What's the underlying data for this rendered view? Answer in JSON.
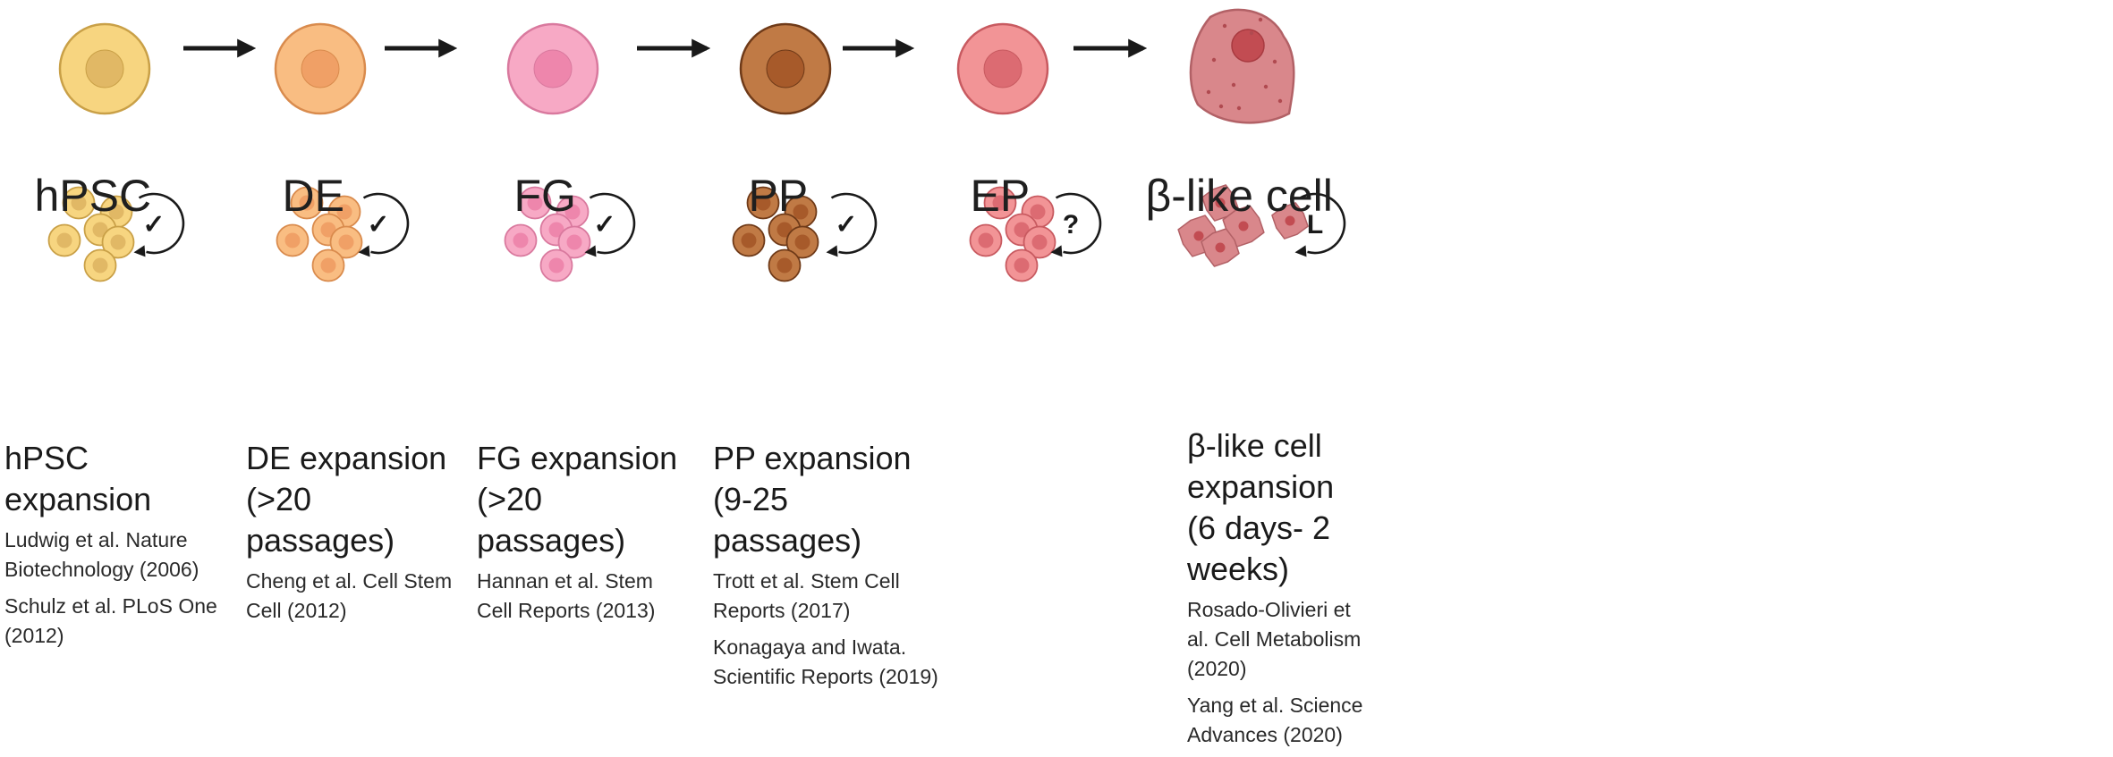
{
  "colors": {
    "hpsc": {
      "fill": "#F7D580",
      "nucleus": "#E1B865",
      "stroke": "#C9A047"
    },
    "de": {
      "fill": "#F9BD82",
      "nucleus": "#F0A066",
      "stroke": "#D98B4D"
    },
    "fg": {
      "fill": "#F7A9C5",
      "nucleus": "#EE86AC",
      "stroke": "#D9799E"
    },
    "pp": {
      "fill": "#C07A45",
      "nucleus": "#A75A2A",
      "stroke": "#6F3A18"
    },
    "ep": {
      "fill": "#F29496",
      "nucleus": "#DC6B72",
      "stroke": "#C85A60"
    },
    "beta": {
      "fill": "#D9878B",
      "nucleus": "#C24C52",
      "stroke": "#B26166"
    },
    "arrow": "#1a1a1a"
  },
  "stages": [
    {
      "label": "hPSC",
      "color_key": "hpsc",
      "cycle_symbol": "✓",
      "expansion_title": "hPSC expansion",
      "references": [
        "Ludwig et al. Nature Biotechnology (2006)",
        "Schulz et al. PLoS One (2012)"
      ]
    },
    {
      "label": "DE",
      "color_key": "de",
      "cycle_symbol": "✓",
      "expansion_title": "DE expansion (>20 passages)",
      "references": [
        "Cheng et al. Cell Stem Cell (2012)"
      ]
    },
    {
      "label": "FG",
      "color_key": "fg",
      "cycle_symbol": "✓",
      "expansion_title": "FG expansion (>20 passages)",
      "references": [
        "Hannan et al. Stem Cell Reports (2013)"
      ]
    },
    {
      "label": "PP",
      "color_key": "pp",
      "cycle_symbol": "✓",
      "expansion_title": "PP expansion (9-25 passages)",
      "references": [
        "Trott et al. Stem Cell Reports (2017)",
        "Konagaya and Iwata. Scientific Reports (2019)"
      ]
    },
    {
      "label": "EP",
      "color_key": "ep",
      "cycle_symbol": "?",
      "expansion_title": "",
      "references": []
    },
    {
      "label": "β-like cell",
      "color_key": "beta",
      "cycle_symbol": "L",
      "expansion_title": "β-like cell expansion (6 days- 2 weeks)",
      "references": [
        "Rosado-Olivieri et al. Cell Metabolism (2020)",
        "Yang et al. Science Advances (2020)"
      ]
    }
  ]
}
